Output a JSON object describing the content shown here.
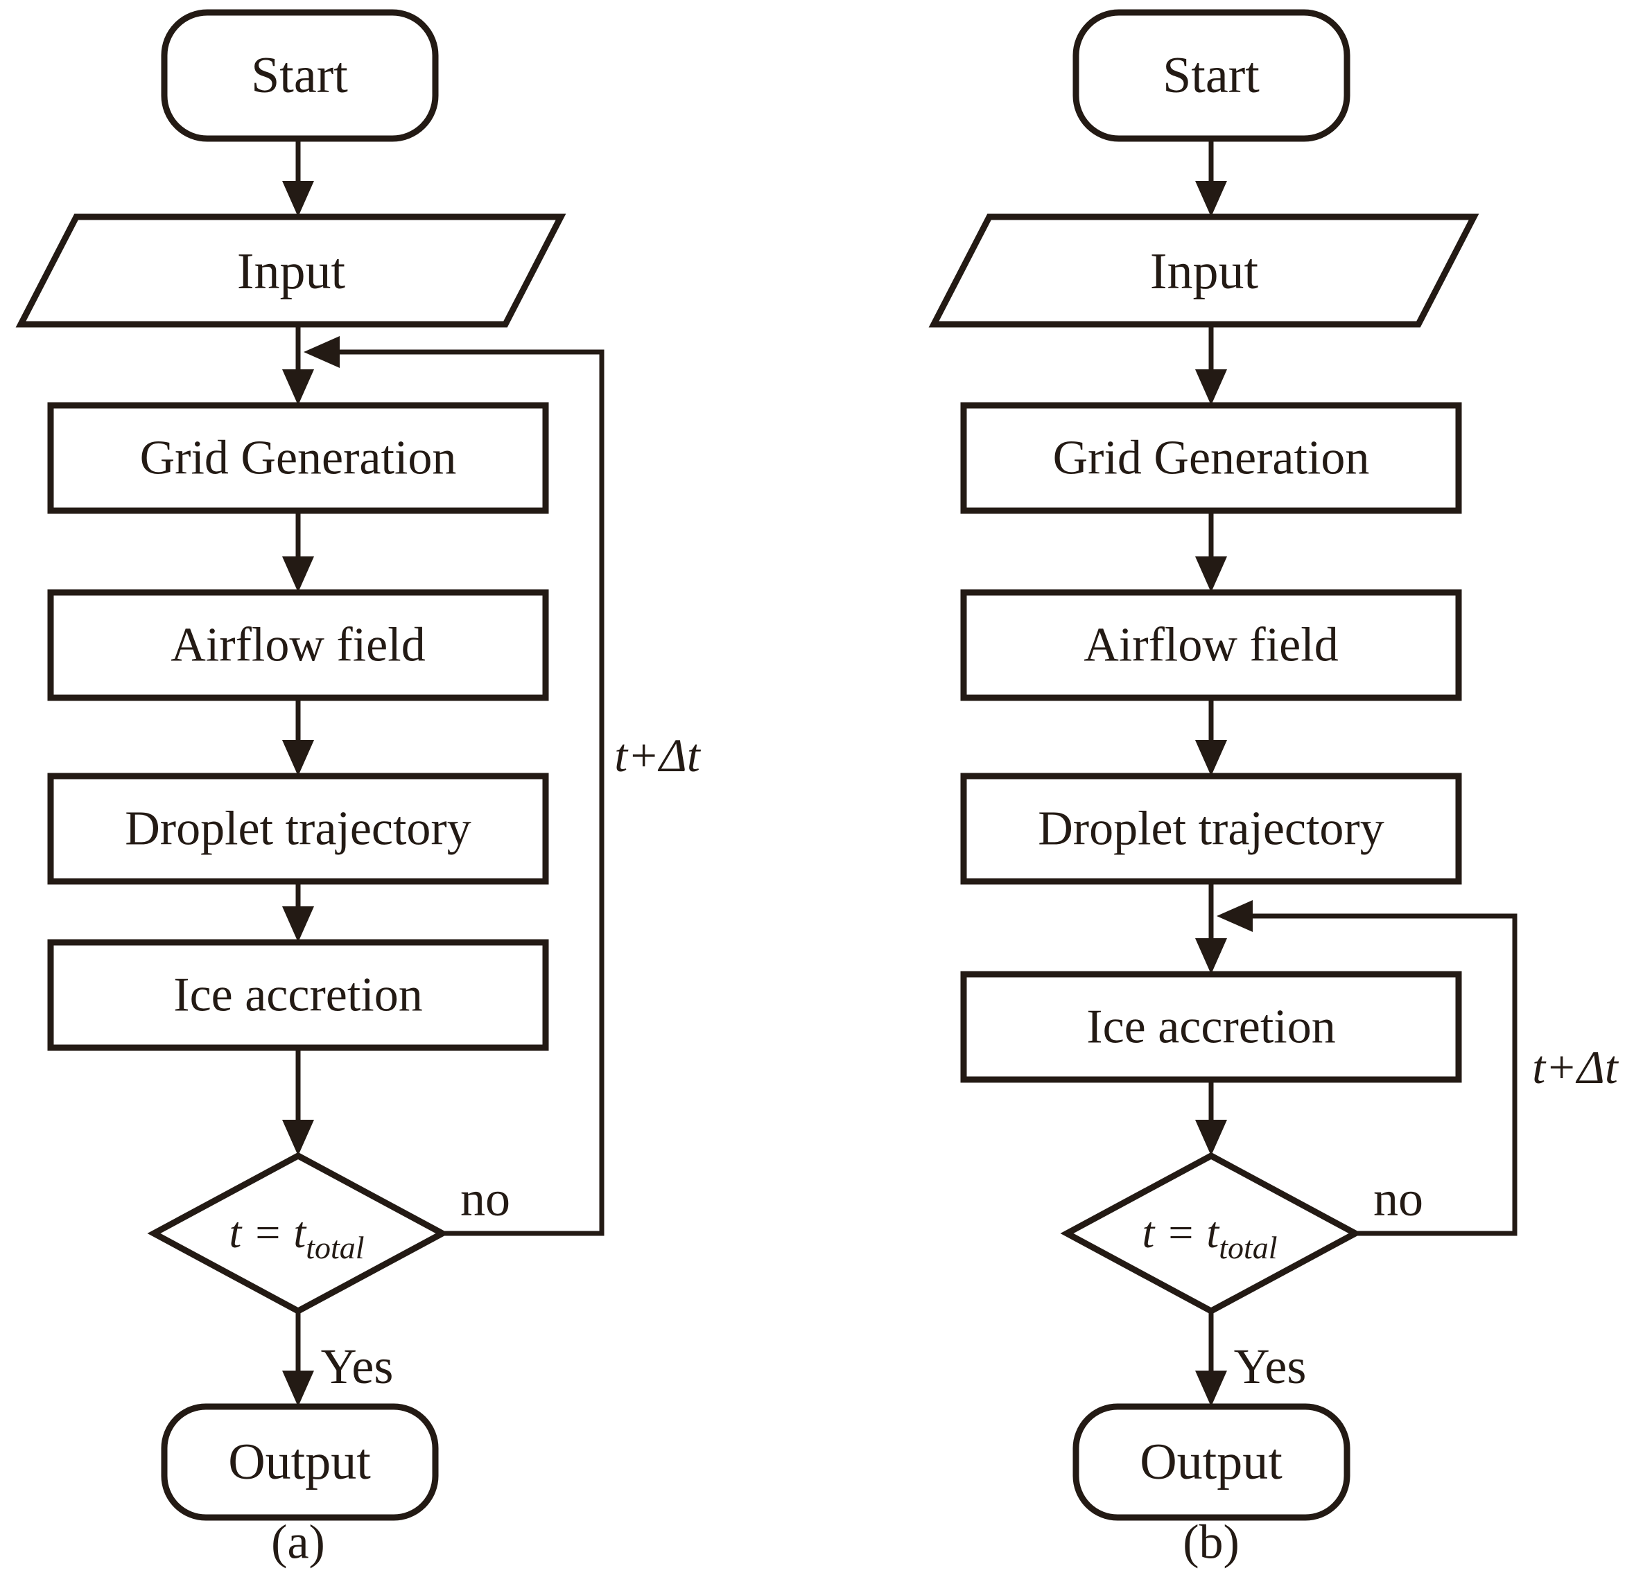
{
  "ink": "#231a14",
  "background": "#ffffff",
  "charts": [
    {
      "caption": "(a)",
      "nodes": {
        "start": "Start",
        "input": "Input",
        "grid": "Grid Generation",
        "airflow": "Airflow field",
        "droplet": "Droplet trajectory",
        "ice": "Ice accretion",
        "decision_main": "t = t",
        "decision_sub": "total",
        "output": "Output"
      },
      "labels": {
        "no": "no",
        "yes": "Yes",
        "increment": "t+Δt"
      }
    },
    {
      "caption": "(b)",
      "nodes": {
        "start": "Start",
        "input": "Input",
        "grid": "Grid Generation",
        "airflow": "Airflow field",
        "droplet": "Droplet trajectory",
        "ice": "Ice accretion",
        "decision_main": "t = t",
        "decision_sub": "total",
        "output": "Output"
      },
      "labels": {
        "no": "no",
        "yes": "Yes",
        "increment": "t+Δt"
      }
    }
  ]
}
